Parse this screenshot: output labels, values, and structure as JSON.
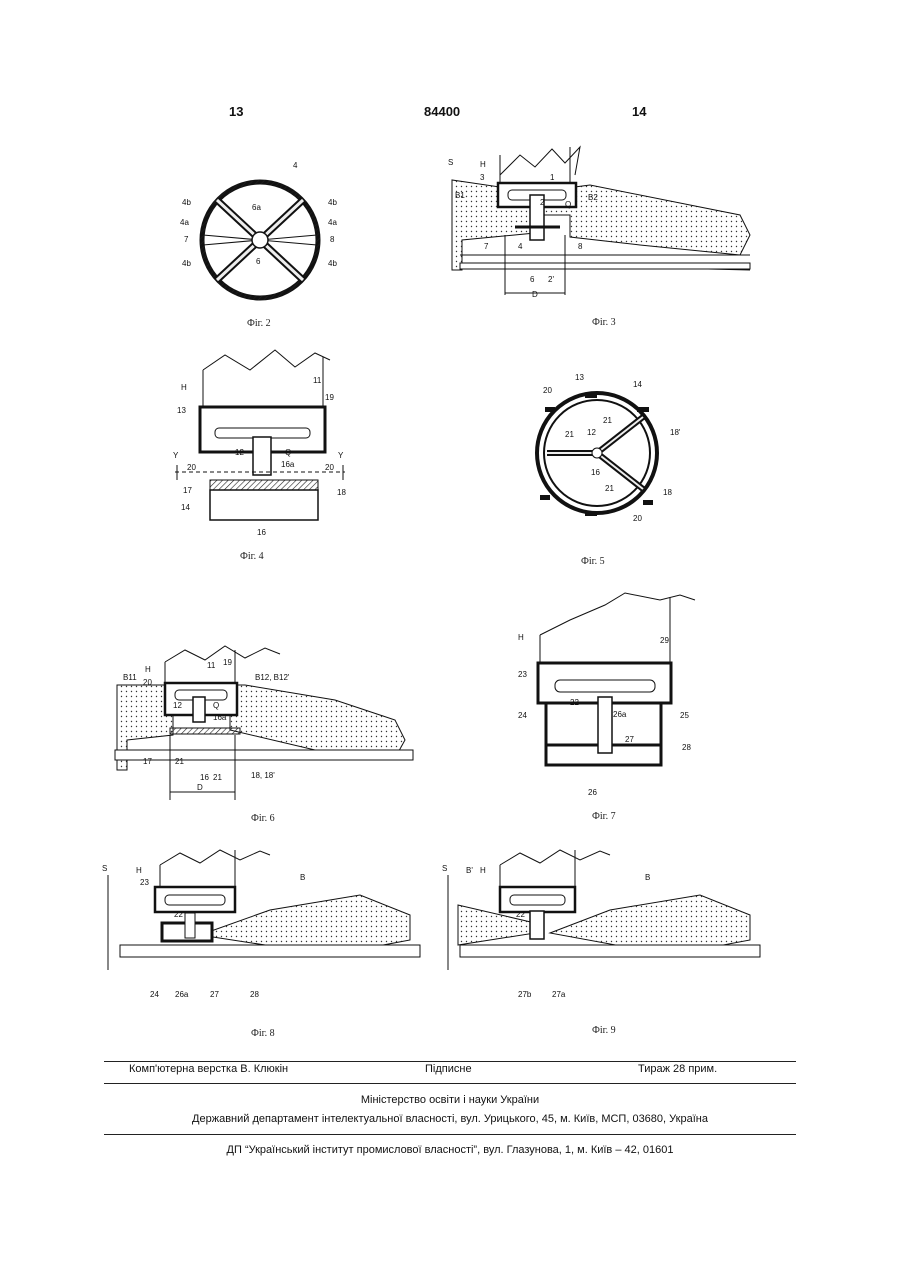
{
  "header": {
    "left_page": "13",
    "patent_number": "84400",
    "right_page": "14"
  },
  "figures": [
    {
      "caption": "Фіг. 2",
      "labels": [
        "4",
        "4b",
        "4a",
        "7",
        "4b",
        "6a",
        "6",
        "4b",
        "4a",
        "8",
        "4b"
      ]
    },
    {
      "caption": "Фіг. 3",
      "labels": [
        "S",
        "H",
        "3",
        "1",
        "2",
        "Q",
        "B1",
        "B2",
        "7",
        "4",
        "8",
        "6",
        "2'",
        "D"
      ]
    },
    {
      "caption": "Фіг. 4",
      "labels": [
        "H",
        "11",
        "19",
        "13",
        "12",
        "Q",
        "16a",
        "Y",
        "Y",
        "20",
        "20",
        "17",
        "18",
        "14",
        "16"
      ]
    },
    {
      "caption": "Фіг. 5",
      "labels": [
        "13",
        "14",
        "20",
        "21",
        "18'",
        "12",
        "21",
        "16",
        "21",
        "18",
        "20"
      ]
    },
    {
      "caption": "Фіг. 6",
      "labels": [
        "B11",
        "H",
        "20",
        "11",
        "19",
        "B12, B12'",
        "12",
        "Q",
        "16a",
        "17",
        "21",
        "16",
        "21",
        "18, 18'",
        "D"
      ]
    },
    {
      "caption": "Фіг. 7",
      "labels": [
        "H",
        "29",
        "23",
        "22",
        "26a",
        "25",
        "24",
        "27",
        "28",
        "26"
      ]
    },
    {
      "caption": "Фіг. 8",
      "labels": [
        "S",
        "H",
        "23",
        "B",
        "22",
        "24",
        "26a",
        "27",
        "28"
      ]
    },
    {
      "caption": "Фіг. 9",
      "labels": [
        "S",
        "B'",
        "H",
        "B",
        "22",
        "27b",
        "27a"
      ]
    }
  ],
  "footer": {
    "layout": "Комп'ютерна верстка В. Клюкін",
    "signed": "Підписне",
    "circulation": "Тираж 28 прим.",
    "ministry": "Міністерство освіти і науки України",
    "department": "Державний департамент інтелектуальної власності, вул. Урицького, 45, м. Київ, МСП, 03680, Україна",
    "enterprise": "ДП “Український інститут промислової власності”, вул. Глазунова, 1, м. Київ – 42, 01601"
  },
  "colors": {
    "ink": "#111111",
    "fill": "#e8e8e8"
  }
}
